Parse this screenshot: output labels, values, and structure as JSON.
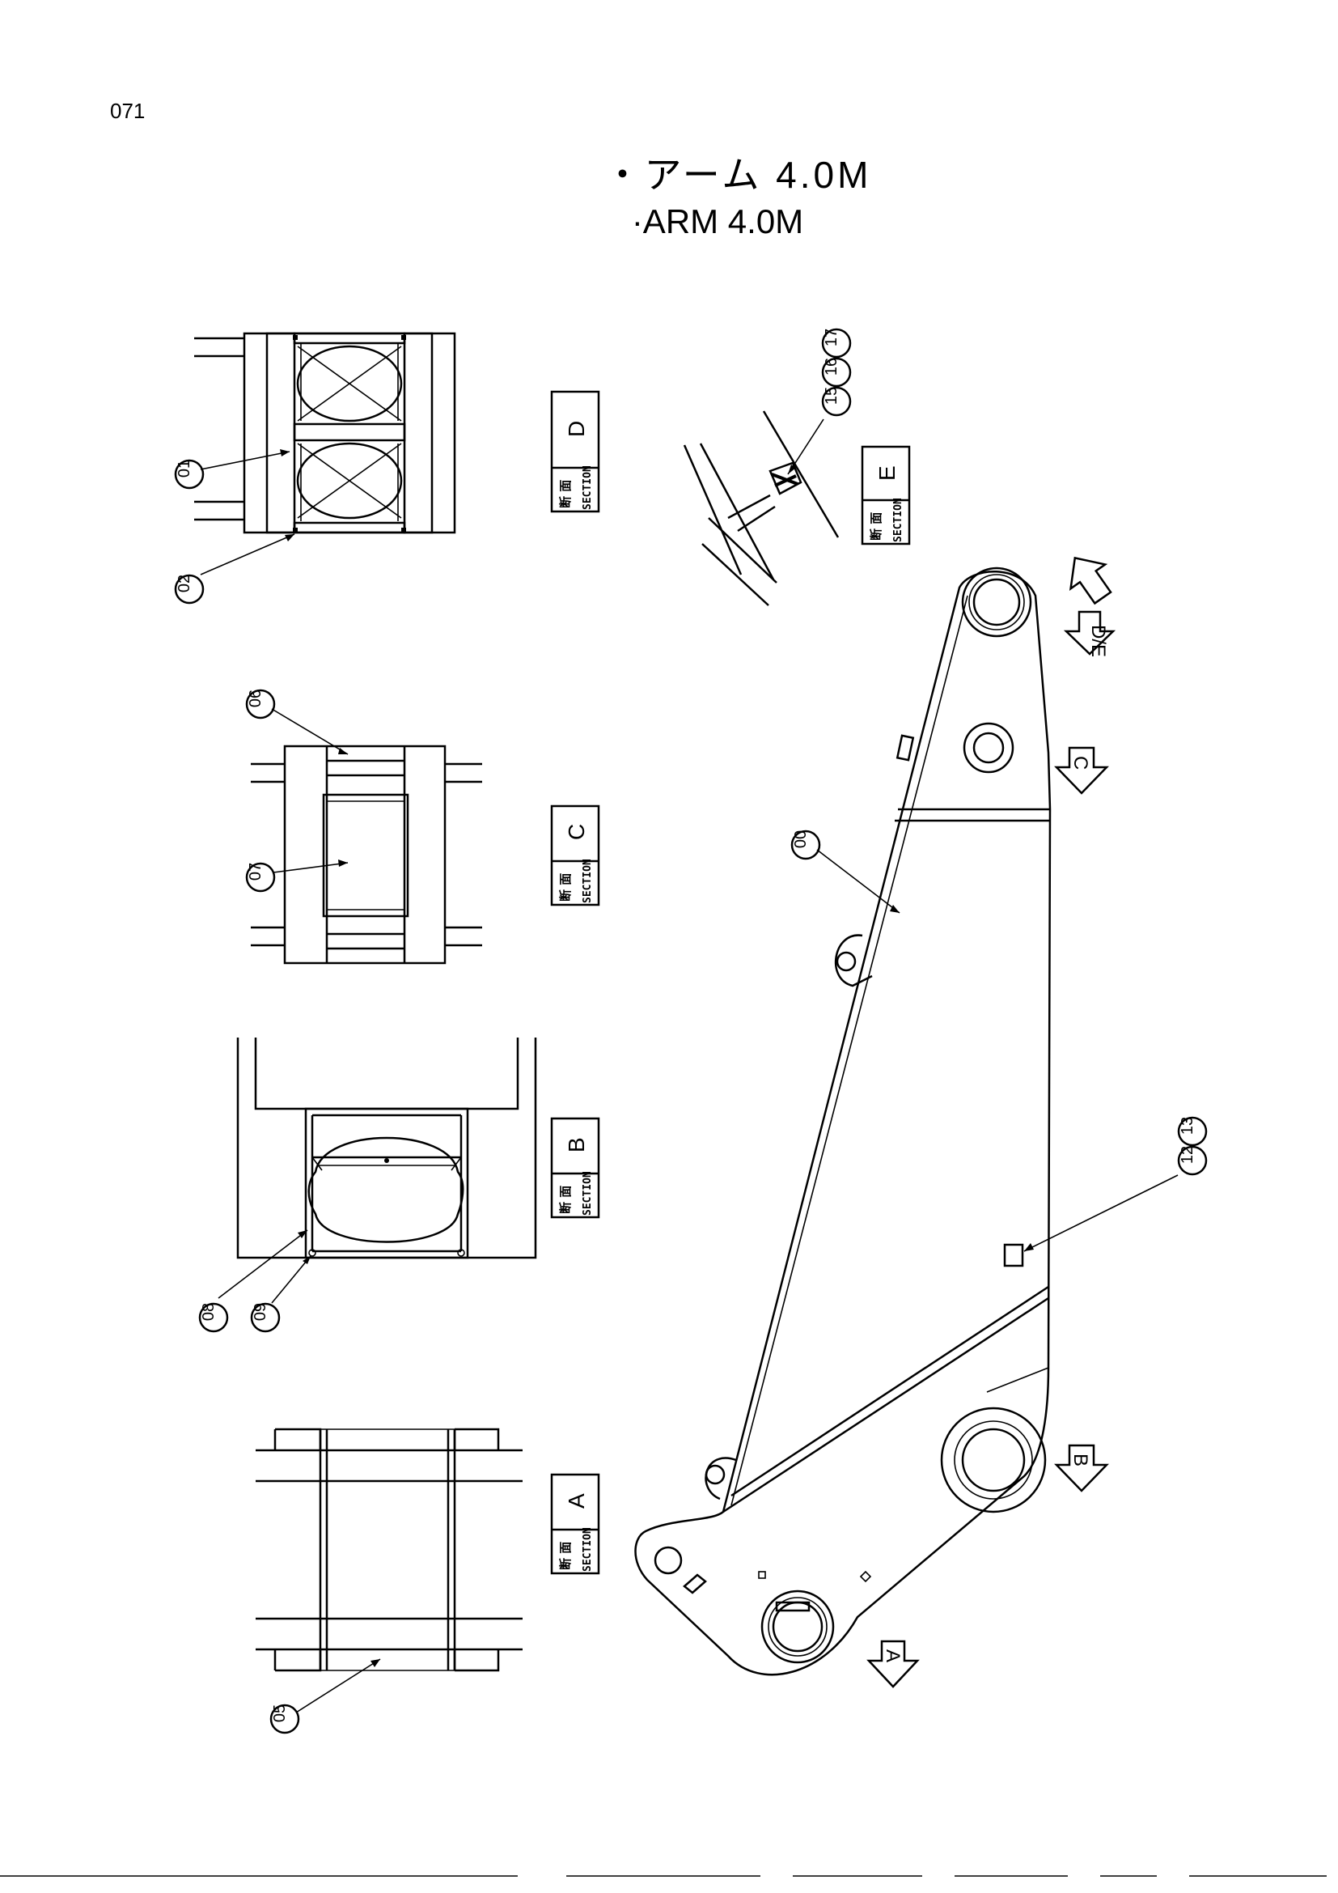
{
  "page_number": "071",
  "title_jp": "・アーム 4.0M",
  "title_en": "·ARM 4.0M",
  "section_label_jp": "断 面",
  "section_label_en": "SECTION",
  "sections": {
    "d": "D",
    "e": "E",
    "c": "C",
    "b": "B",
    "a": "A"
  },
  "callouts": {
    "p01": "01",
    "p02": "02",
    "p06": "06",
    "p07": "07",
    "p08": "08",
    "p09": "09",
    "p05": "05",
    "p00": "00",
    "p15": "15",
    "p16": "16",
    "p17": "17",
    "p12": "12",
    "p13": "13"
  },
  "cut_arrows": {
    "d_e": "D/E",
    "c": "C",
    "b": "B",
    "a": "A"
  }
}
